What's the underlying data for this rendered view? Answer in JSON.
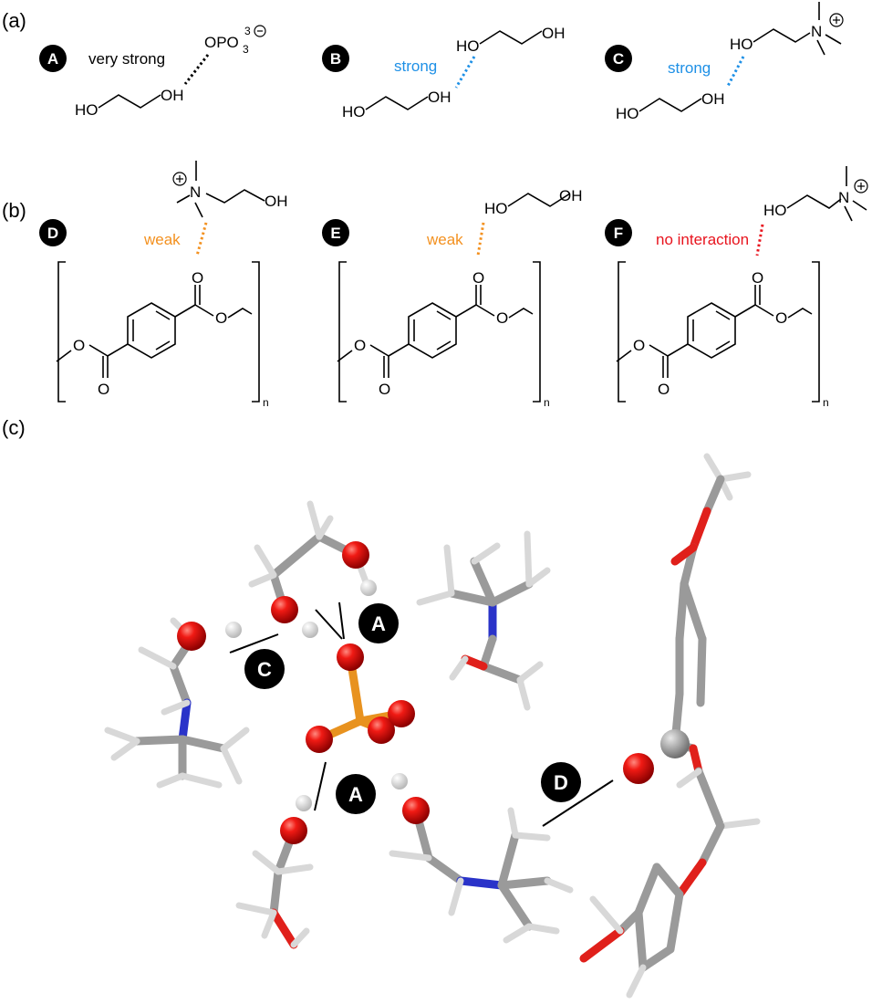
{
  "panels": {
    "a": "(a)",
    "b": "(b)",
    "c": "(c)"
  },
  "badges": {
    "A": "A",
    "B": "B",
    "C": "C",
    "D": "D",
    "E": "E",
    "F": "F"
  },
  "interactions": {
    "A": "very strong",
    "B": "strong",
    "C": "strong",
    "D": "weak",
    "E": "weak",
    "F": "no interaction"
  },
  "atoms": {
    "HO": "HO",
    "OH": "OH",
    "O": "O",
    "N": "N",
    "plus": "+",
    "minus": "−",
    "OPO": "OPO",
    "sub3": "3",
    "sup3": "3",
    "n": "n"
  },
  "colors": {
    "very_strong": "#000000",
    "strong": "#1e90e6",
    "weak": "#f39120",
    "none": "#e8141e",
    "oxygen": "#e0201b",
    "nitrogen": "#2a33c9",
    "phosphorus": "#e8921f",
    "carbon": "#9a9a9a",
    "hydrogen": "#d8d8d8"
  }
}
